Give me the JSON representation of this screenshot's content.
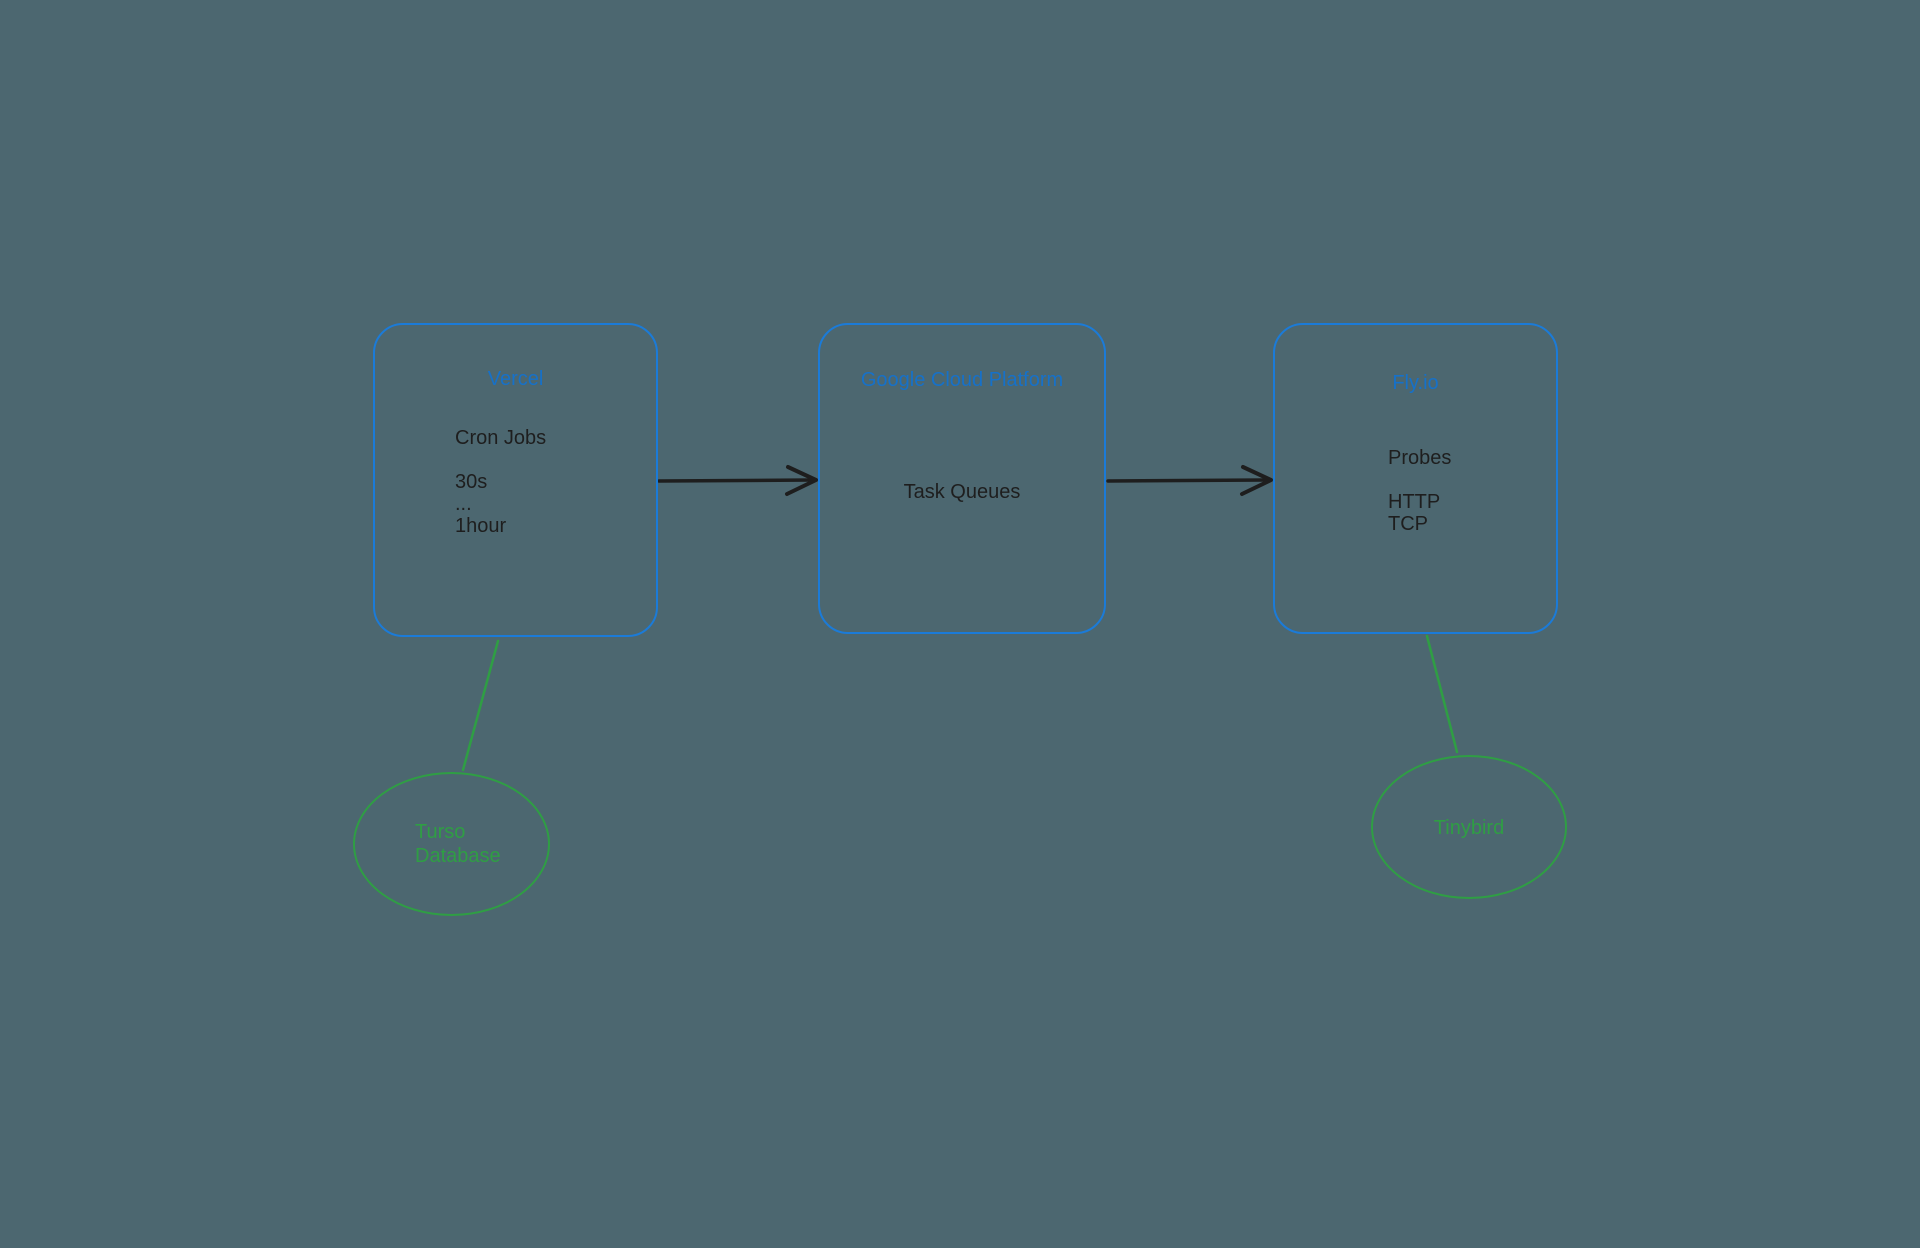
{
  "diagram": {
    "background_color": "#4C6770",
    "colors": {
      "node_stroke": "#1b7bd8",
      "node_title_text": "#1671c9",
      "body_text": "#1e1e1e",
      "arrow": "#1e1e1e",
      "ellipse_stroke": "#2f9e44",
      "ellipse_text": "#2f9e44"
    },
    "nodes": [
      {
        "id": "vercel",
        "title": "Vercel",
        "body": "Cron Jobs\n\n30s\n...\n1hour"
      },
      {
        "id": "gcp",
        "title": "Google Cloud Platform",
        "body": "Task Queues"
      },
      {
        "id": "flyio",
        "title": "Fly.io",
        "body": "Probes\n\nHTTP\nTCP"
      }
    ],
    "ellipses": [
      {
        "id": "turso",
        "label": "Turso\nDatabase"
      },
      {
        "id": "tinybird",
        "label": "Tinybird"
      }
    ],
    "connections": [
      {
        "from": "Vercel",
        "to": "Google Cloud Platform",
        "style": "black-arrow"
      },
      {
        "from": "Google Cloud Platform",
        "to": "Fly.io",
        "style": "black-arrow"
      },
      {
        "from": "Vercel",
        "to": "Turso Database",
        "style": "green-line"
      },
      {
        "from": "Fly.io",
        "to": "Tinybird",
        "style": "green-line"
      }
    ]
  }
}
